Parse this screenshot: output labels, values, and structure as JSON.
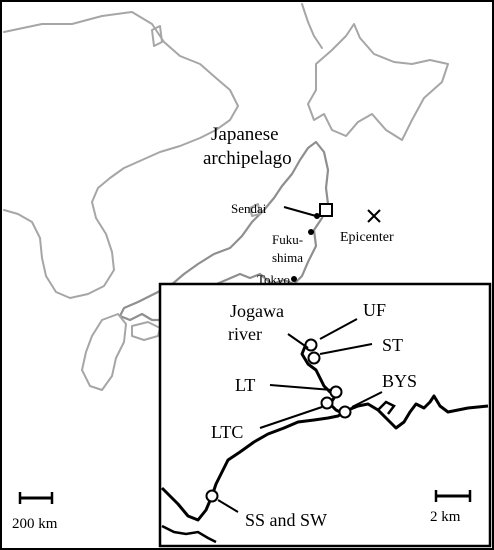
{
  "main_map": {
    "title_line1": "Japanese",
    "title_line2": "archipelago",
    "cities": {
      "sendai": "Sendai",
      "fukushima_line1": "Fuku-",
      "fukushima_line2": "shima",
      "tokyo": "Tokyo"
    },
    "epicenter": "Epicenter",
    "scale_label": "200 km"
  },
  "inset_map": {
    "river_line1": "Jogawa",
    "river_line2": "river",
    "sites": {
      "uf": "UF",
      "st": "ST",
      "lt": "LT",
      "bys": "BYS",
      "ltc": "LTC",
      "ss_sw": "SS and SW"
    },
    "scale_label": "2 km"
  },
  "colors": {
    "coastline": "#9a9a9a",
    "ink": "#000000"
  }
}
